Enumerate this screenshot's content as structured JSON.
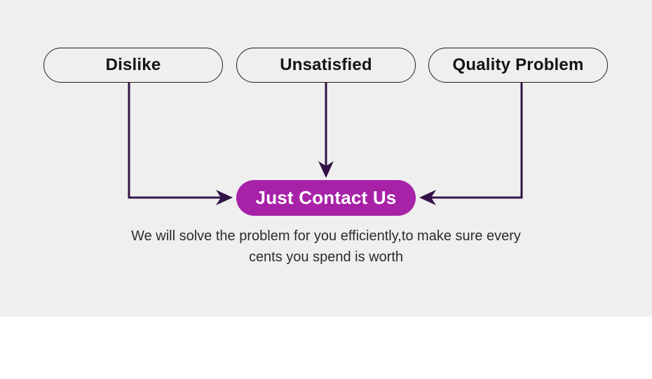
{
  "colors": {
    "page-bg": "#ffffff",
    "panel-bg": "#efefef",
    "pill-border": "#1f1f1f",
    "pill-text": "#141414",
    "arrow": "#331347",
    "accent": "#a822a8",
    "accent-text": "#ffffff",
    "caption-text": "#2b2b2b"
  },
  "diagram": {
    "sources": [
      {
        "id": "dislike",
        "label": "Dislike"
      },
      {
        "id": "unsatisfied",
        "label": "Unsatisfied"
      },
      {
        "id": "quality-problem",
        "label": "Quality Problem"
      }
    ],
    "target": {
      "label": "Just Contact Us"
    },
    "caption": {
      "line1": "We will solve the problem for you efficiently,to make sure every",
      "line2": "cents you spend is worth"
    }
  }
}
